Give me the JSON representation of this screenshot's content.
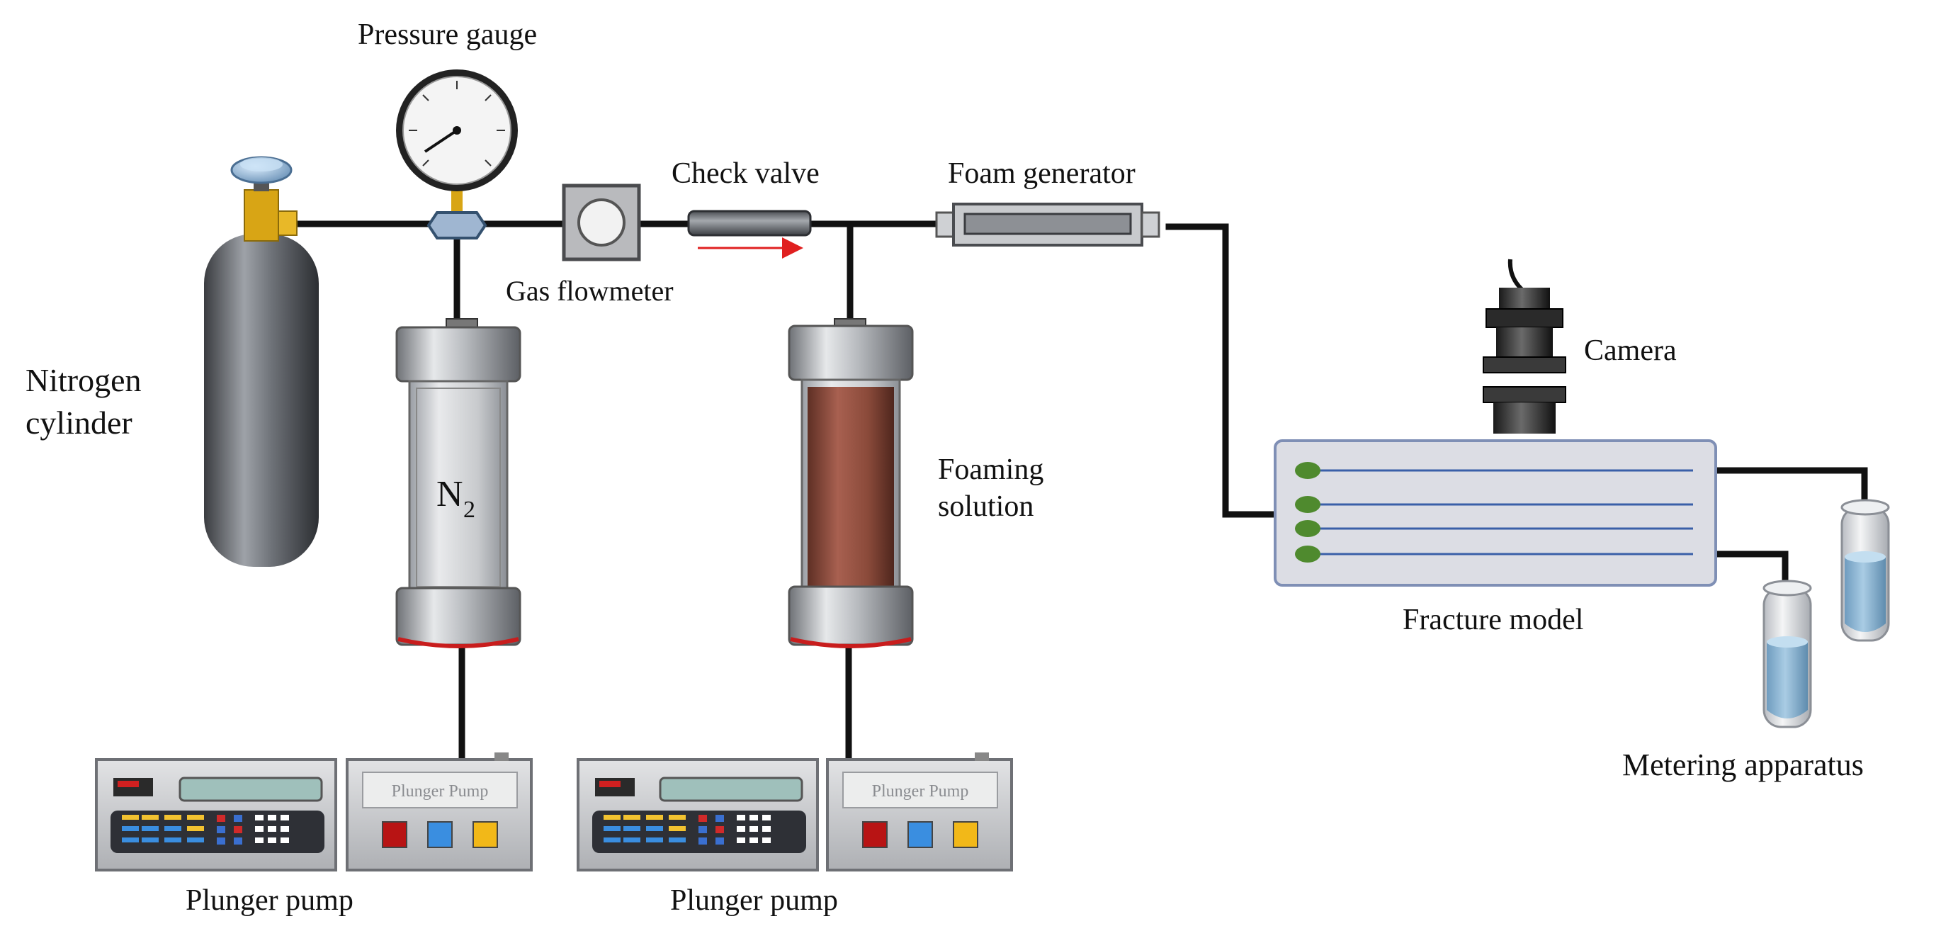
{
  "diagram": {
    "labels": {
      "pressure_gauge": "Pressure gauge",
      "nitrogen_cylinder_line1": "Nitrogen",
      "nitrogen_cylinder_line2": "cylinder",
      "check_valve": "Check valve",
      "foam_generator": "Foam generator",
      "gas_flowmeter": "Gas flowmeter",
      "camera": "Camera",
      "n2_symbol": "N",
      "n2_subscript": "2",
      "foaming_solution_line1": "Foaming",
      "foaming_solution_line2": "solution",
      "fracture_model": "Fracture model",
      "metering_apparatus": "Metering apparatus",
      "plunger_pump_left": "Plunger pump",
      "plunger_pump_right": "Plunger pump",
      "plunger_pump_panel_left": "Plunger Pump",
      "plunger_pump_panel_right": "Plunger Pump"
    },
    "colors": {
      "pipe": "#111111",
      "flow_arrow": "#e02020",
      "foaming_liquid": "#8a4a3a",
      "measured_liquid": "#7eaed0",
      "fracture_node": "#4f8a2e",
      "fracture_line": "#3a5fa8",
      "fracture_panel": "#dcdde4"
    },
    "icons": {
      "cylinder": "gas-cylinder-icon",
      "gauge": "pressure-gauge-icon",
      "camera": "camera-icon"
    }
  }
}
